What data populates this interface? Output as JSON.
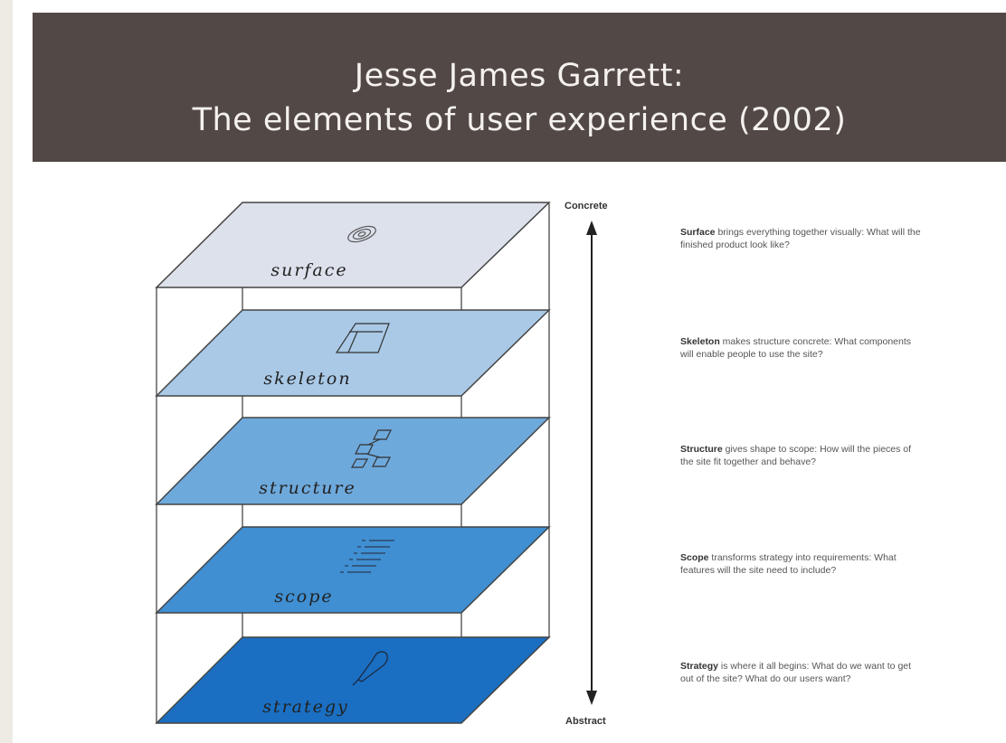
{
  "title": {
    "line1": "Jesse James Garrett:",
    "line2": "The elements of user experience (2002)"
  },
  "axis": {
    "top_label": "Concrete",
    "bottom_label": "Abstract"
  },
  "planes": [
    {
      "key": "surface",
      "label": "surface",
      "icon": "swirl-icon",
      "color": "#dde1ec",
      "desc_bold": "Surface",
      "desc_rest": " brings everything together visually: What will the finished product look like?"
    },
    {
      "key": "skeleton",
      "label": "skeleton",
      "icon": "wireframe-icon",
      "color": "#a9c9e6",
      "desc_bold": "Skeleton",
      "desc_rest": " makes structure concrete: What components will enable people to use the site?"
    },
    {
      "key": "structure",
      "label": "structure",
      "icon": "flowchart-icon",
      "color": "#6ea9dc",
      "desc_bold": "Structure",
      "desc_rest": " gives shape to scope: How will the pieces of the site fit together and behave?"
    },
    {
      "key": "scope",
      "label": "scope",
      "icon": "list-icon",
      "color": "#3f8fd2",
      "desc_bold": "Scope",
      "desc_rest": " transforms strategy into requirements: What features will the site need to include?"
    },
    {
      "key": "strategy",
      "label": "strategy",
      "icon": "pencil-icon",
      "color": "#1a6fc2",
      "desc_bold": "Strategy",
      "desc_rest": " is where it all begins: What do we want to get out of the site? What do our users want?"
    }
  ]
}
